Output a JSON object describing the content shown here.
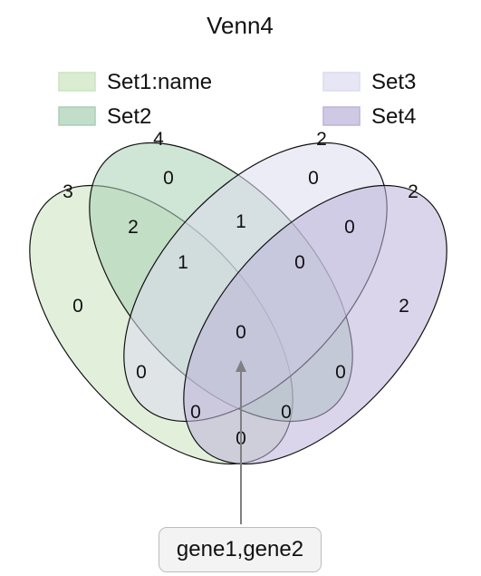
{
  "chart_data": {
    "type": "venn",
    "title": "Venn4",
    "sets": [
      {
        "name": "Set1:name",
        "size": 3,
        "color": "#cbe4be"
      },
      {
        "name": "Set2",
        "size": 4,
        "color": "#a8cfb3"
      },
      {
        "name": "Set3",
        "size": 2,
        "color": "#dcdcef"
      },
      {
        "name": "Set4",
        "size": 2,
        "color": "#bcb2d8"
      }
    ],
    "regions": {
      "only_1": 0,
      "only_2": 0,
      "only_3": 0,
      "only_4": 2,
      "1_2": 2,
      "2_3": 1,
      "3_4": 0,
      "1_2_3": 1,
      "2_3_4": 0,
      "1_2_3_4": 0,
      "1_3": 0,
      "2_4": 0,
      "1_3_4": 0,
      "1_2_4": 0,
      "1_4": 0
    },
    "legend_placement": "top",
    "annotation": {
      "region": "1_2_3_4",
      "text": "gene1,gene2"
    }
  }
}
